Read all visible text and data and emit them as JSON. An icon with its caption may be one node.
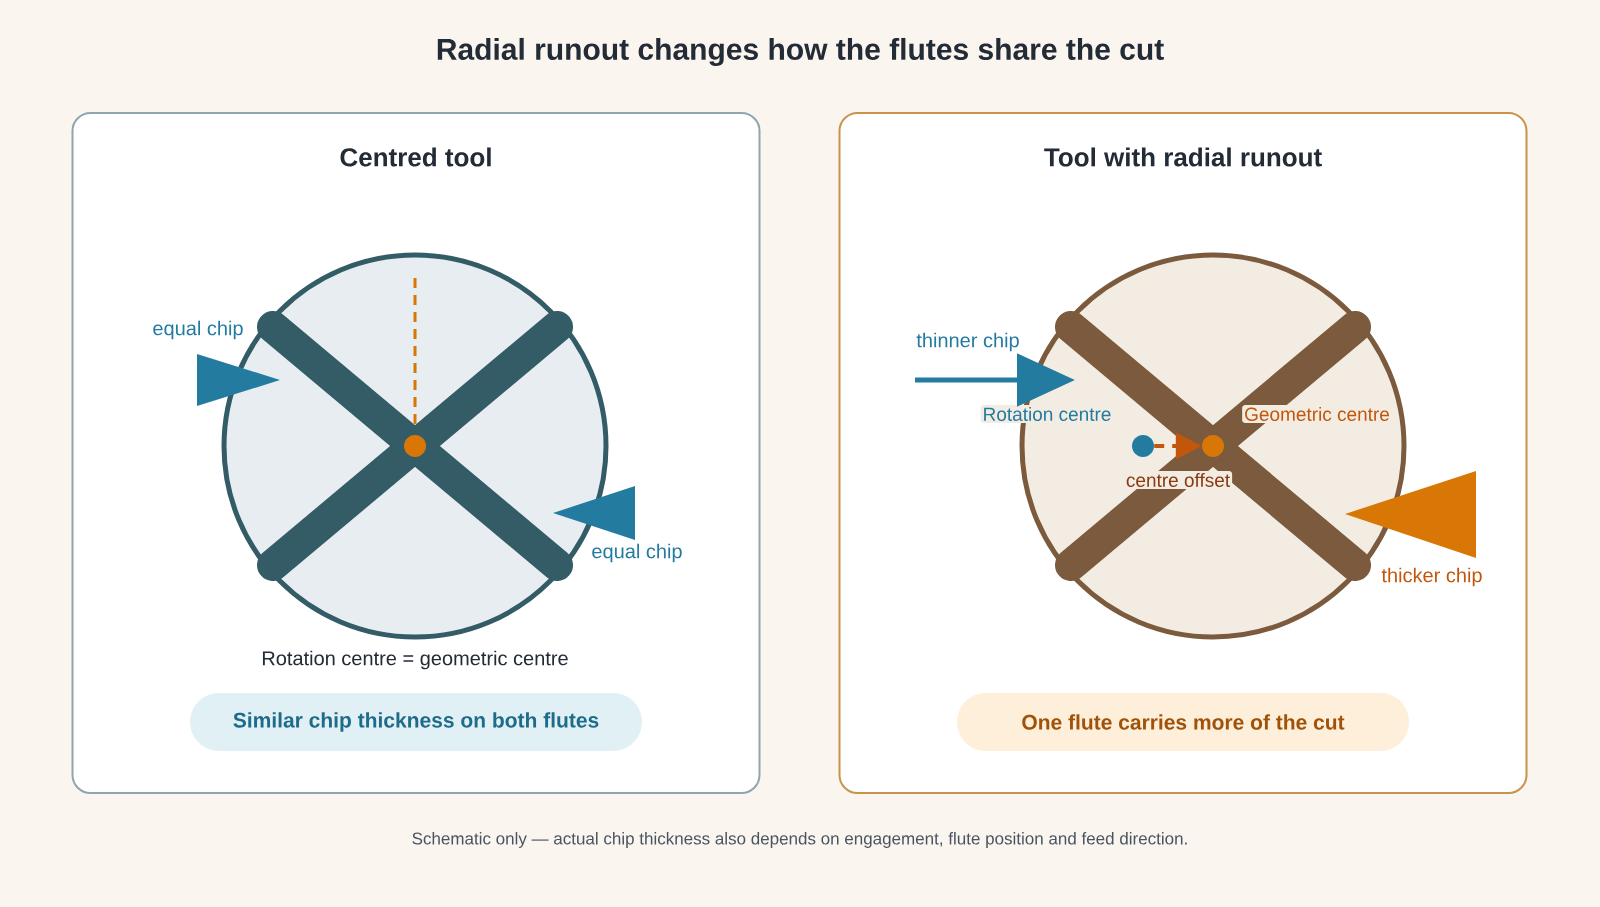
{
  "diagram": {
    "title": "Radial runout changes how the flutes share the cut",
    "caption": "Schematic only — actual chip thickness also depends on engagement, flute position and feed direction.",
    "nodes": [
      {
        "text": [
          "Centred tool"
        ]
      },
      {
        "text": [
          "Similar chip thickness on both flutes"
        ],
        "in": 0
      },
      {
        "text": [
          "Tool with radial runout"
        ]
      },
      {
        "text": [
          "One flute carries more of the cut"
        ],
        "in": 2
      },
      {
        "text": [],
        "shape": "circle",
        "in": 2,
        "beside": [
          "Rotation centre"
        ]
      },
      {
        "text": [],
        "shape": "circle",
        "in": 2,
        "beside": [
          "Geometric centre"
        ]
      },
      {
        "text": [],
        "shape": "circle",
        "in": 0
      }
    ],
    "edges": [
      {
        "from": 4,
        "to": 5,
        "arrow": "to",
        "style": "dashed",
        "label": "centre offset"
      }
    ],
    "labels": [
      "equal chip",
      "equal chip",
      "Rotation centre = geometric centre",
      "thinner chip",
      "thicker chip"
    ]
  }
}
